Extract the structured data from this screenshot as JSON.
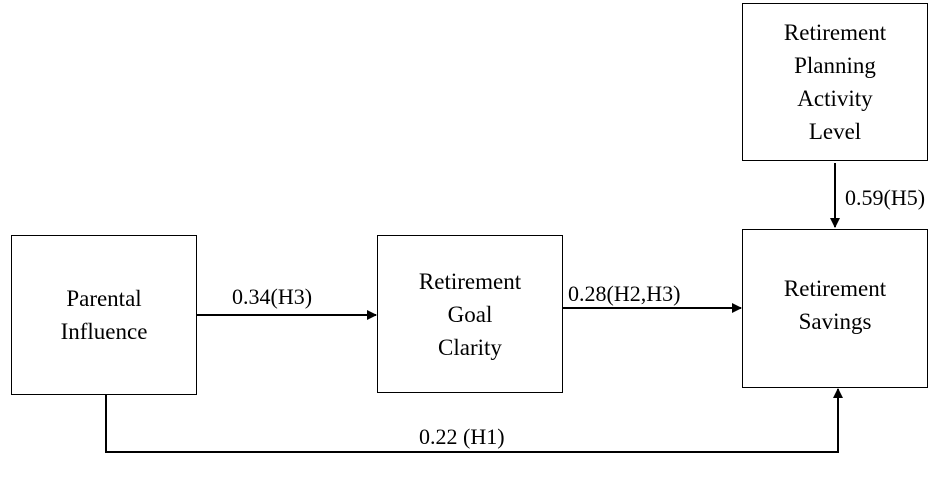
{
  "nodes": {
    "parental_influence": {
      "lines": [
        "Parental",
        "Influence"
      ]
    },
    "retirement_goal_clarity": {
      "lines": [
        "Retirement",
        "Goal",
        "Clarity"
      ]
    },
    "retirement_savings": {
      "lines": [
        "Retirement",
        "Savings"
      ]
    },
    "retirement_planning_activity_level": {
      "lines": [
        "Retirement",
        "Planning",
        "Activity",
        "Level"
      ]
    }
  },
  "edges": {
    "parental_to_goal": {
      "label": "0.34(H3)"
    },
    "goal_to_savings": {
      "label": "0.28(H2,H3)"
    },
    "planning_to_savings": {
      "label": "0.59(H5)"
    },
    "parental_to_savings": {
      "label": "0.22 (H1)"
    }
  },
  "colors": {
    "stroke": "#000000",
    "background": "#ffffff"
  }
}
